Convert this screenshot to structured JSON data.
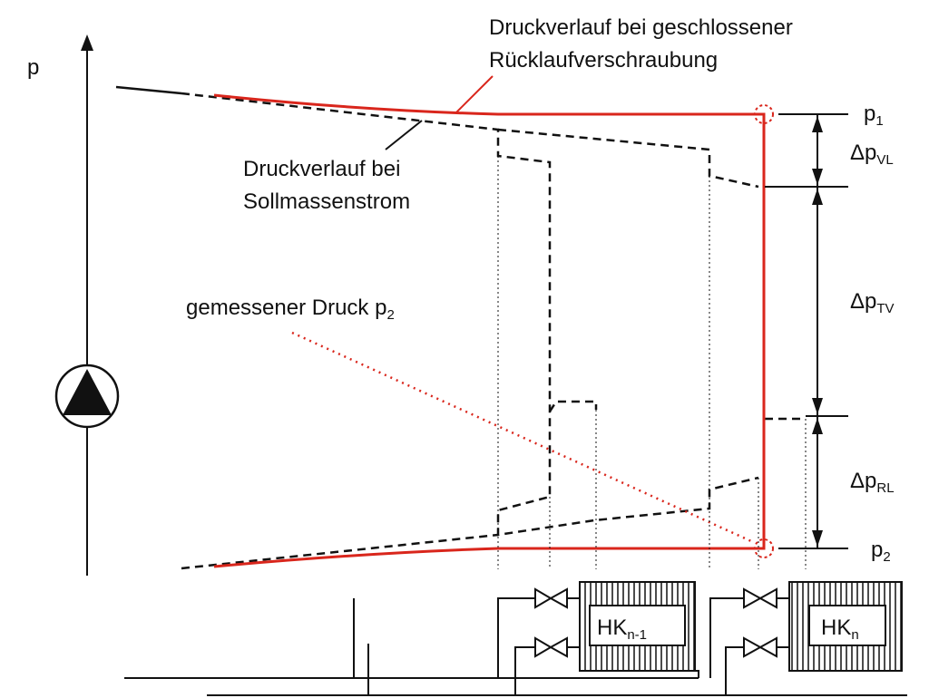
{
  "axis": {
    "y_label": "p"
  },
  "annotations": {
    "closed_return_line1": "Druckverlauf bei geschlossener",
    "closed_return_line2": "Rücklaufverschraubung",
    "nominal_flow_line1": "Druckverlauf bei",
    "nominal_flow_line2": "Sollmassenstrom",
    "measured_pressure_text": "gemessener Druck p",
    "measured_pressure_sub": "2"
  },
  "pressure_labels": {
    "p1_main": "p",
    "p1_sub": "1",
    "p2_main": "p",
    "p2_sub": "2",
    "dp_vl_main": "Δp",
    "dp_vl_sub": "VL",
    "dp_tv_main": "Δp",
    "dp_tv_sub": "TV",
    "dp_rl_main": "Δp",
    "dp_rl_sub": "RL"
  },
  "circuits": [
    {
      "main": "HK",
      "sub": "n-1"
    },
    {
      "main": "HK",
      "sub": "n"
    }
  ],
  "colors": {
    "closed_return_curve": "#d9261c",
    "nominal_flow_curve": "#111111",
    "measured_pressure_marker": "#d9261c",
    "linework": "#111111"
  },
  "icons": {
    "pump": "pump-icon",
    "valve": "valve-icon",
    "radiator": "radiator-icon"
  }
}
